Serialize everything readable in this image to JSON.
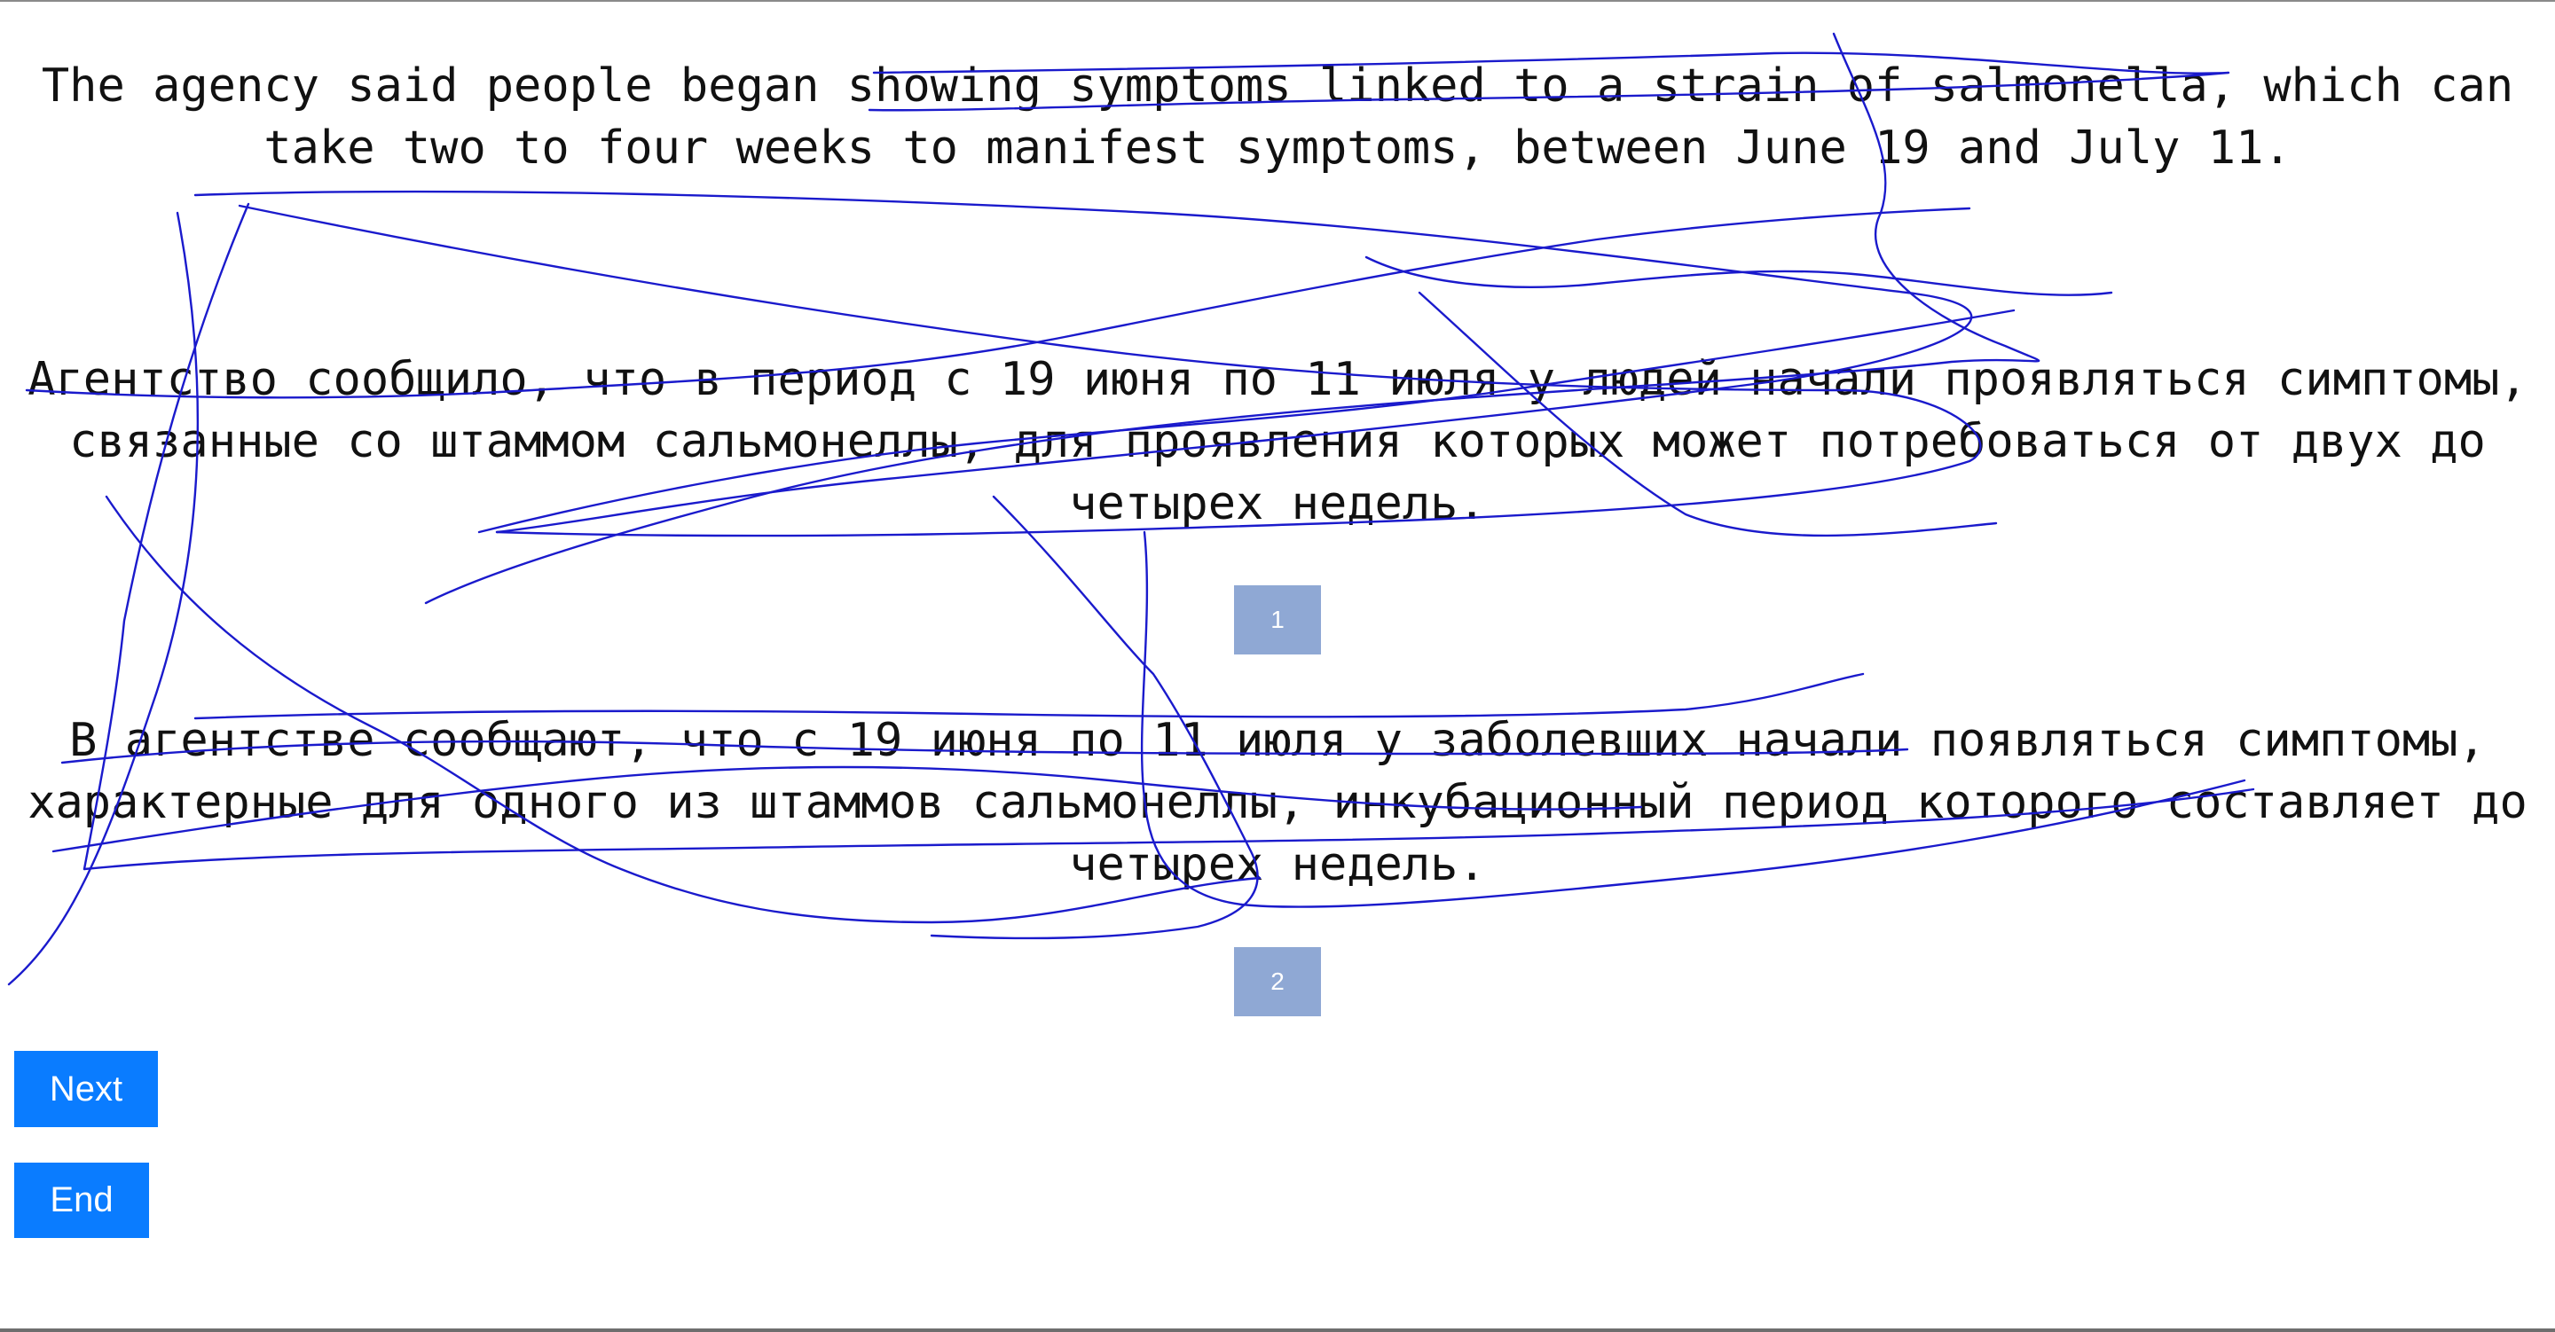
{
  "source_text": "The agency said people began showing symptoms linked to a strain of salmonella, which can take two to four weeks to manifest symptoms, between June 19 and July 11.",
  "translations": [
    {
      "text": "Агентство сообщило, что в период с 19 июня по 11 июля у людей начали проявляться симптомы, связанные со штаммом сальмонеллы, для проявления которых может потребоваться от двух до четырех недель.",
      "number": "1"
    },
    {
      "text": "В агентстве сообщают, что с 19 июня по 11 июля у заболевших начали появляться симптомы, характерные для одного из штаммов сальмонеллы, инкубационный период которого составляет до четырех недель.",
      "number": "2"
    }
  ],
  "buttons": {
    "next_label": "Next",
    "end_label": "End"
  },
  "colors": {
    "number_button_bg": "#8fa8d4",
    "action_button_bg": "#0a7cff",
    "scribble_stroke": "#1a1acc"
  }
}
